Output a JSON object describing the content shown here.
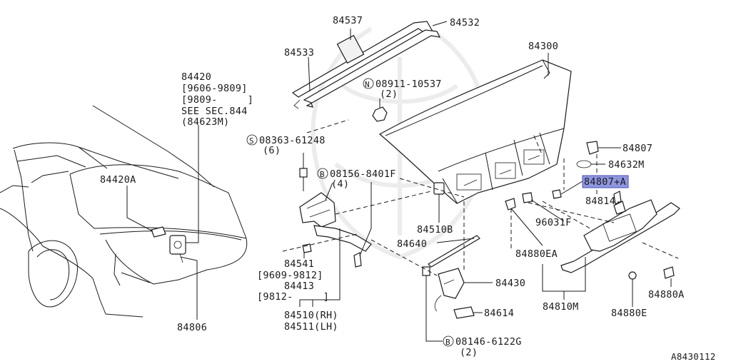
{
  "diagram": {
    "code": "A8430112",
    "labels": {
      "p84537": "84537",
      "p84532": "84532",
      "p84533": "84533",
      "p84300": "84300",
      "p84420": "84420",
      "p84420_r1": "[9606-9809]",
      "p84420_r2": "[9809-     ]",
      "p84420_see": "SEE SEC.844",
      "p84420_ref": "(84623M)",
      "p08911": "08911-10537",
      "p08911_qty": "(2)",
      "p08363": "08363-61248",
      "p08363_qty": "(6)",
      "p08156": "08156-8401F",
      "p08156_qty": "(4)",
      "p84807": "84807",
      "p84632M": "84632M",
      "p84807A": "84807+A",
      "p84814": "84814",
      "p84420A": "84420A",
      "p96031F": "96031F",
      "p84510B": "84510B",
      "p84640": "84640",
      "p84880EA": "84880EA",
      "p84541": "84541",
      "p84541_r": "[9609-9812]",
      "p84413": "84413",
      "p84413_r": "[9812-     ]",
      "p84430": "84430",
      "p84880A": "84880A",
      "p84614": "84614",
      "p84810M": "84810M",
      "p84510": "84510(RH)",
      "p84511": "84511(LH)",
      "p84806": "84806",
      "p84880E": "84880E",
      "p08146": "08146-6122G",
      "p08146_qty": "(2)"
    },
    "prefix": {
      "n": "N",
      "s": "S",
      "b": "B"
    }
  }
}
